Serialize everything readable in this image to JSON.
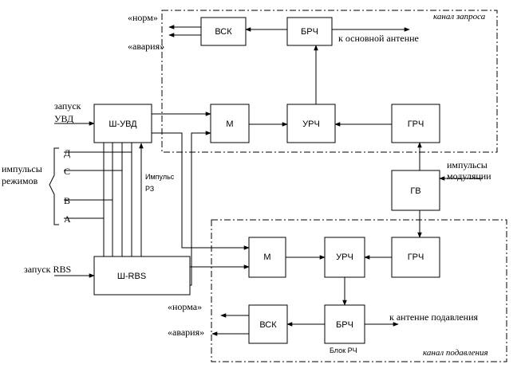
{
  "regions": {
    "request_channel": "канал запроса",
    "suppression_channel": "канал подавления"
  },
  "blocks": {
    "vsk_top": "ВСК",
    "brch_top": "БРЧ",
    "m_top": "М",
    "urch_top": "УРЧ",
    "grch_top": "ГРЧ",
    "sh_uvd": "Ш-УВД",
    "gv": "ГВ",
    "sh_rbs": "Ш-RBS",
    "m_bottom": "М",
    "urch_bottom": "УРЧ",
    "grch_bottom": "ГРЧ",
    "vsk_bottom": "ВСК",
    "brch_bottom": "БРЧ"
  },
  "labels": {
    "norm_top": "«норм»",
    "avaria_top": "«авария»",
    "to_main_antenna": "к основной антенне",
    "zapusk": "запуск",
    "uvd": "УВД",
    "impulsy": "импульсы",
    "rezhimov": "режимов",
    "mode_d": "Д",
    "mode_s": "С",
    "mode_v": "В",
    "mode_a": "А",
    "impuls": "Импульс",
    "pz": "РЗ",
    "imp_mod_1": "импульсы",
    "imp_mod_2": "модуляции",
    "zapusk_rbs": "запуск RBS",
    "norma_bottom": "«норма»",
    "avaria_bottom": "«авария»",
    "to_supp_antenna": "к  антенне подавления",
    "blok_rch": "Блок РЧ"
  }
}
